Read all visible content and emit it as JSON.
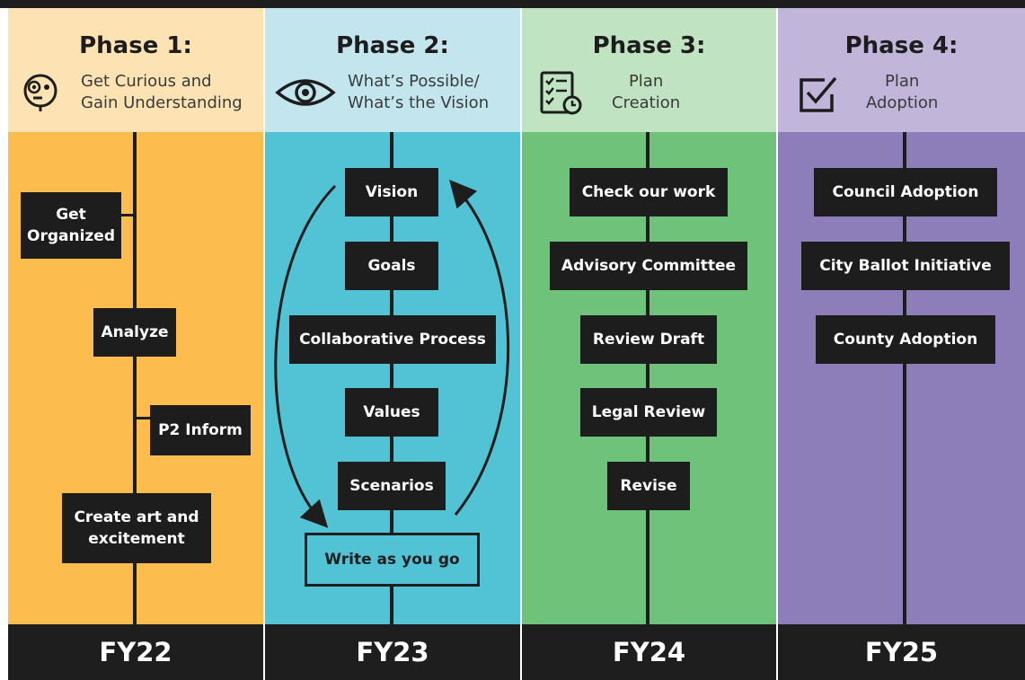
{
  "phases": [
    {
      "title": "Phase 1:",
      "subtitle_line1": "Get Curious and",
      "subtitle_line2": "Gain Understanding",
      "icon": "curious-face-icon",
      "steps": [
        "Get Organized",
        "Analyze",
        "P2 Inform",
        "Create art and excitement"
      ],
      "step_get_organized_l1": "Get",
      "step_get_organized_l2": "Organized",
      "step_create_l1": "Create art and",
      "step_create_l2": "excitement",
      "fiscal_year": "FY22",
      "colors": {
        "header": "#fde3b4",
        "body": "#fdbd4e"
      }
    },
    {
      "title": "Phase 2:",
      "subtitle_line1": "What’s Possible/",
      "subtitle_line2": "What’s the Vision",
      "icon": "eye-icon",
      "steps": [
        "Vision",
        "Goals",
        "Collaborative Process",
        "Values",
        "Scenarios",
        "Write as you go"
      ],
      "fiscal_year": "FY23",
      "colors": {
        "header": "#c3e6ee",
        "body": "#52c3d4"
      }
    },
    {
      "title": "Phase 3:",
      "subtitle_line1": "Plan",
      "subtitle_line2": "Creation",
      "icon": "checklist-clock-icon",
      "steps": [
        "Check our work",
        "Advisory Committee",
        "Review Draft",
        "Legal Review",
        "Revise"
      ],
      "fiscal_year": "FY24",
      "colors": {
        "header": "#c0e3c1",
        "body": "#6ec27a"
      }
    },
    {
      "title": "Phase 4:",
      "subtitle_line1": "Plan",
      "subtitle_line2": "Adoption",
      "icon": "checkbox-check-icon",
      "steps": [
        "Council Adoption",
        "City Ballot Initiative",
        "County Adoption"
      ],
      "fiscal_year": "FY25",
      "colors": {
        "header": "#c1b6da",
        "body": "#8d7db8"
      }
    }
  ]
}
